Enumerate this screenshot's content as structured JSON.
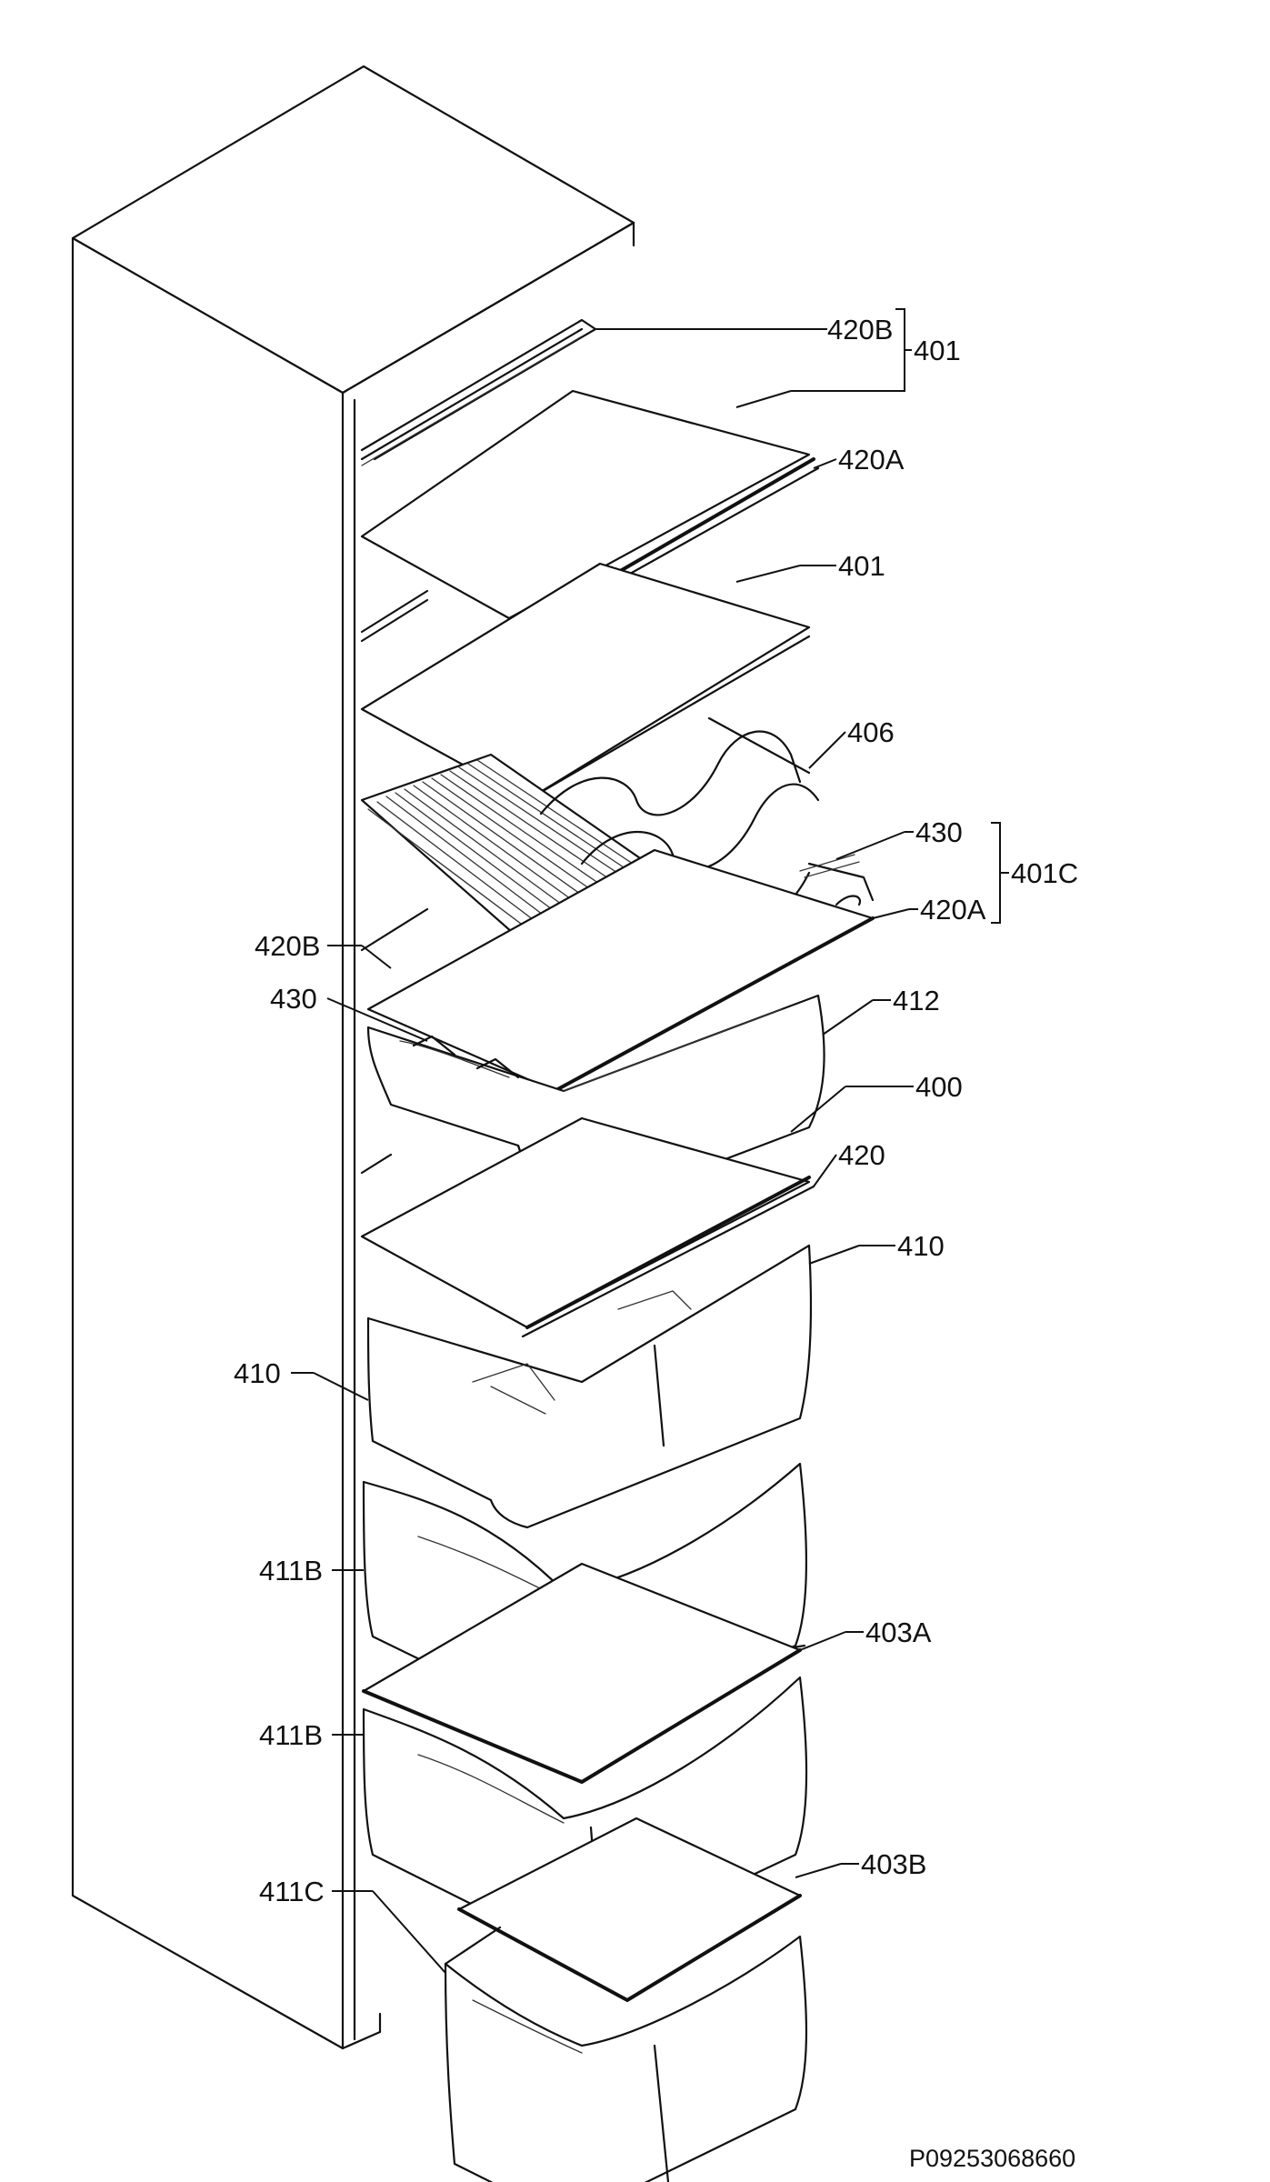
{
  "labels": {
    "l_420B_top": "420B",
    "l_401_group_top": "401",
    "l_420A_top": "420A",
    "l_401_mid": "401",
    "l_406": "406",
    "l_430_right": "430",
    "l_401C": "401C",
    "l_420A_right": "420A",
    "l_420B_left": "420B",
    "l_430_left": "430",
    "l_412": "412",
    "l_400": "400",
    "l_420": "420",
    "l_410_right": "410",
    "l_410_left": "410",
    "l_411B_upper": "411B",
    "l_403A": "403A",
    "l_411B_lower": "411B",
    "l_411C": "411C",
    "l_403B": "403B"
  },
  "document_id": "P09253068660"
}
